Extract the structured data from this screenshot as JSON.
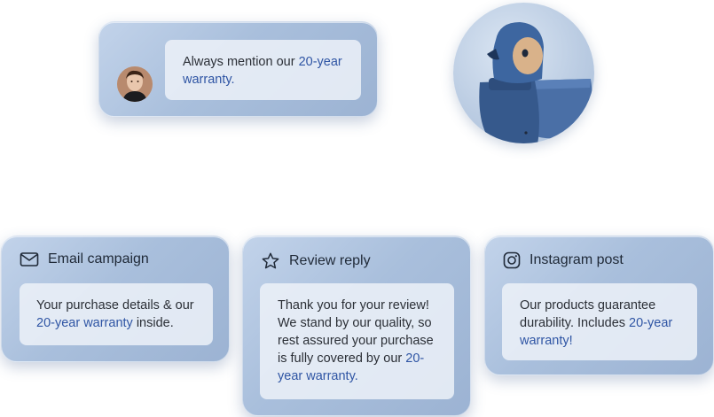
{
  "quote": {
    "text_before": "Always mention our ",
    "highlight": "20-year warranty.",
    "text_after": ""
  },
  "cards": {
    "email": {
      "title": "Email campaign",
      "icon": "mail-icon",
      "text_before": "Your purchase details & our ",
      "highlight": "20-year warranty",
      "text_after": " inside."
    },
    "review": {
      "title": "Review reply",
      "icon": "star-icon",
      "text_before": "Thank you for your review! We stand by our quality, so rest assured your purchase is fully covered by our ",
      "highlight": "20-year warranty.",
      "text_after": ""
    },
    "instagram": {
      "title": "Instagram post",
      "icon": "instagram-icon",
      "text_before": "Our products guarantee durability. Includes ",
      "highlight": "20-year warranty!",
      "text_after": ""
    }
  },
  "colors": {
    "highlight": "#2f55a4",
    "card_bg": "#a9bfdc",
    "bubble_bg": "#ecf1f8",
    "mascot_body": "#3b5f93"
  }
}
